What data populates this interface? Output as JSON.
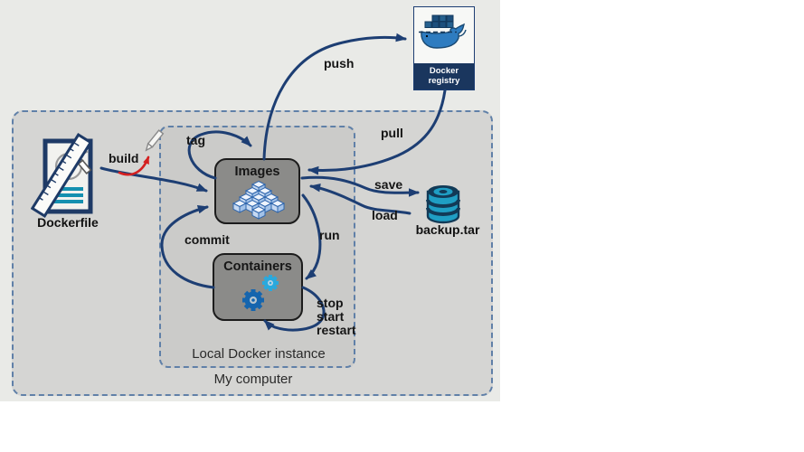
{
  "groups": {
    "my_computer": {
      "label": "My computer"
    },
    "local_docker_instance": {
      "label": "Local Docker instance"
    }
  },
  "nodes": {
    "dockerfile": {
      "label": "Dockerfile"
    },
    "images": {
      "label": "Images"
    },
    "containers": {
      "label": "Containers"
    },
    "docker_registry": {
      "label_line1": "Docker",
      "label_line2": "registry"
    },
    "backup_tar": {
      "label": "backup.tar"
    }
  },
  "edges": {
    "build": {
      "label": "build"
    },
    "tag": {
      "label": "tag"
    },
    "push": {
      "label": "push"
    },
    "pull": {
      "label": "pull"
    },
    "save": {
      "label": "save"
    },
    "load": {
      "label": "load"
    },
    "commit": {
      "label": "commit"
    },
    "run": {
      "label": "run"
    },
    "stop": {
      "label": "stop"
    },
    "start": {
      "label": "start"
    },
    "restart": {
      "label": "restart"
    }
  },
  "icons": {
    "dockerfile": "blueprint-document-icon",
    "images": "stacked-cubes-icon",
    "containers": "gears-icon",
    "docker_registry": "docker-whale-icon",
    "backup_tar": "database-cylinder-icon",
    "build_annotation": "pencil-icon"
  },
  "colors": {
    "diagram_background": "#e9eae7",
    "outer_group_fill": "#d5d5d3",
    "inner_group_fill": "#cbcbc9",
    "group_border": "#6080a8",
    "node_fill": "#8b8b89",
    "node_border": "#1c1c1c",
    "arrow": "#1d3e73",
    "build_annotation_red": "#d42020",
    "registry_label_bg": "#1a365e",
    "whale_blue": "#2e7cc0",
    "teal_accent": "#1590b0"
  }
}
